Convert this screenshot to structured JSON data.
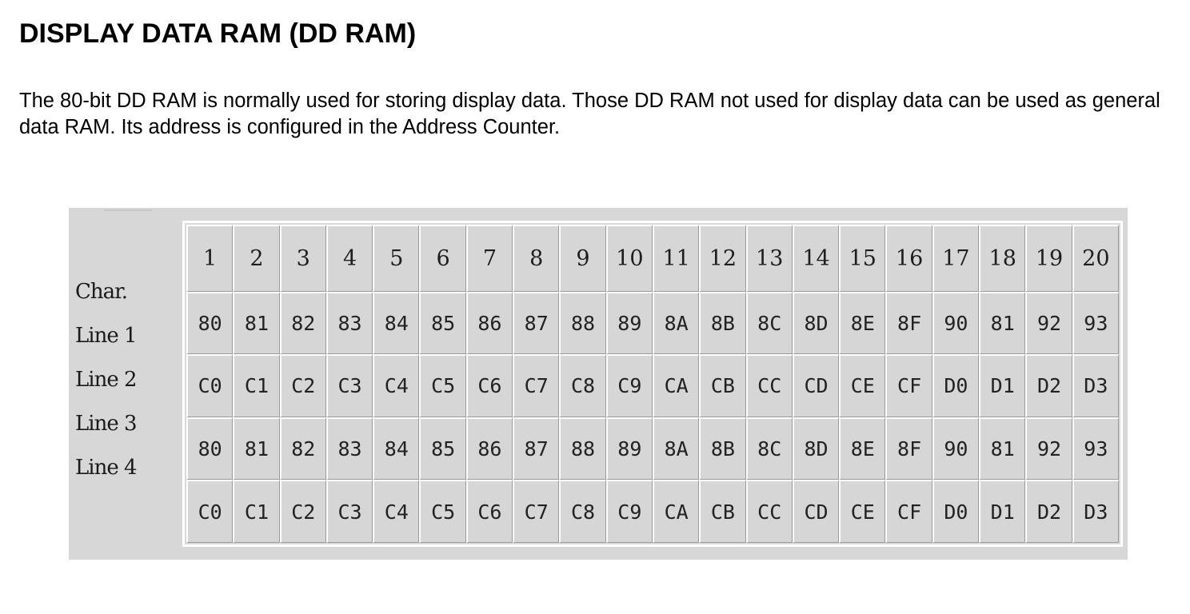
{
  "heading": "DISPLAY DATA RAM (DD RAM)",
  "intro": "The 80-bit DD RAM is normally used for storing display data. Those DD RAM not used for display data can be used as general data RAM. Its address is configured in the Address Counter.",
  "figure": {
    "row_labels": {
      "char": "Char.",
      "line1": "Line 1",
      "line2": "Line 2",
      "line3": "Line 3",
      "line4": "Line 4"
    },
    "table": {
      "header": [
        "1",
        "2",
        "3",
        "4",
        "5",
        "6",
        "7",
        "8",
        "9",
        "10",
        "11",
        "12",
        "13",
        "14",
        "15",
        "16",
        "17",
        "18",
        "19",
        "20"
      ],
      "rows": [
        [
          "80",
          "81",
          "82",
          "83",
          "84",
          "85",
          "86",
          "87",
          "88",
          "89",
          "8A",
          "8B",
          "8C",
          "8D",
          "8E",
          "8F",
          "90",
          "81",
          "92",
          "93"
        ],
        [
          "C0",
          "C1",
          "C2",
          "C3",
          "C4",
          "C5",
          "C6",
          "C7",
          "C8",
          "C9",
          "CA",
          "CB",
          "CC",
          "CD",
          "CE",
          "CF",
          "D0",
          "D1",
          "D2",
          "D3"
        ],
        [
          "80",
          "81",
          "82",
          "83",
          "84",
          "85",
          "86",
          "87",
          "88",
          "89",
          "8A",
          "8B",
          "8C",
          "8D",
          "8E",
          "8F",
          "90",
          "81",
          "92",
          "93"
        ],
        [
          "C0",
          "C1",
          "C2",
          "C3",
          "C4",
          "C5",
          "C6",
          "C7",
          "C8",
          "C9",
          "CA",
          "CB",
          "CC",
          "CD",
          "CE",
          "CF",
          "D0",
          "D1",
          "D2",
          "D3"
        ]
      ]
    }
  }
}
